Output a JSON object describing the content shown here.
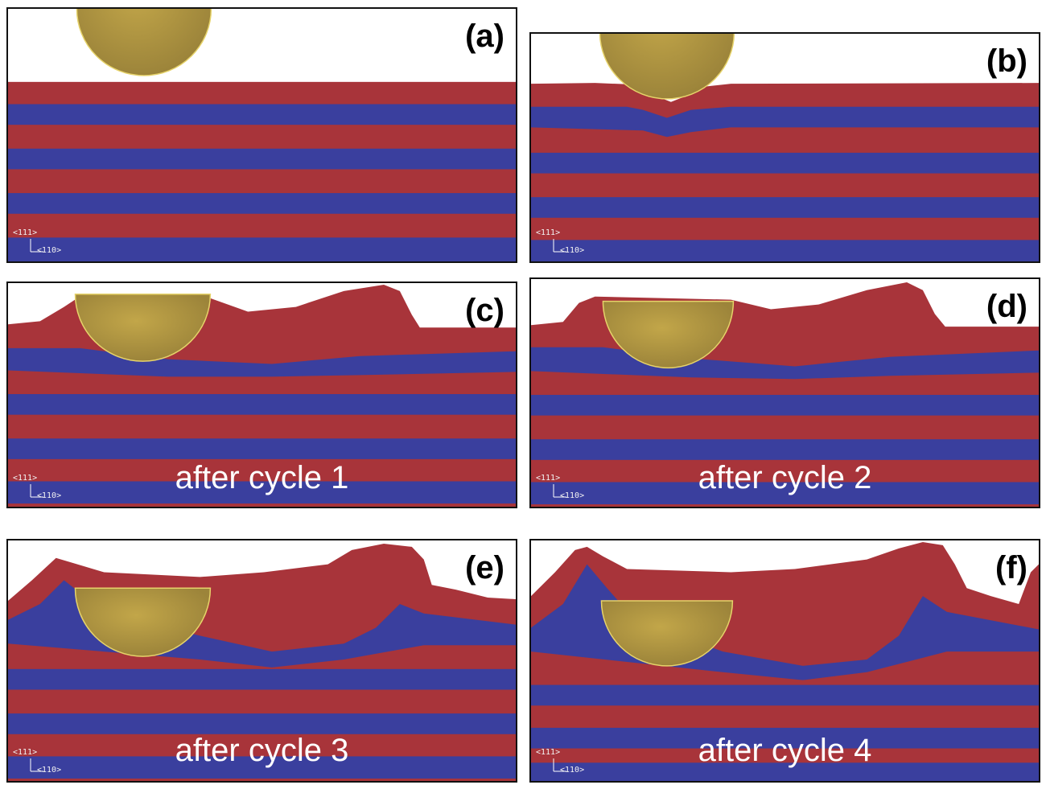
{
  "panels": [
    {
      "label": "(a)",
      "caption": "",
      "axis_vertical": "<111>",
      "axis_horizontal": "<110>"
    },
    {
      "label": "(b)",
      "caption": "",
      "axis_vertical": "<111>",
      "axis_horizontal": "<110>"
    },
    {
      "label": "(c)",
      "caption": "after cycle 1",
      "axis_vertical": "<111>",
      "axis_horizontal": "<110>"
    },
    {
      "label": "(d)",
      "caption": "after cycle 2",
      "axis_vertical": "<111>",
      "axis_horizontal": "<110>"
    },
    {
      "label": "(e)",
      "caption": "after cycle 3",
      "axis_vertical": "<111>",
      "axis_horizontal": "<110>"
    },
    {
      "label": "(f)",
      "caption": "after cycle 4",
      "axis_vertical": "<111>",
      "axis_horizontal": "<110>"
    }
  ],
  "colors": {
    "red_layer": "#a8343a",
    "blue_layer": "#3a3f9e",
    "indenter": "#b59a3e",
    "background": "#ffffff"
  }
}
